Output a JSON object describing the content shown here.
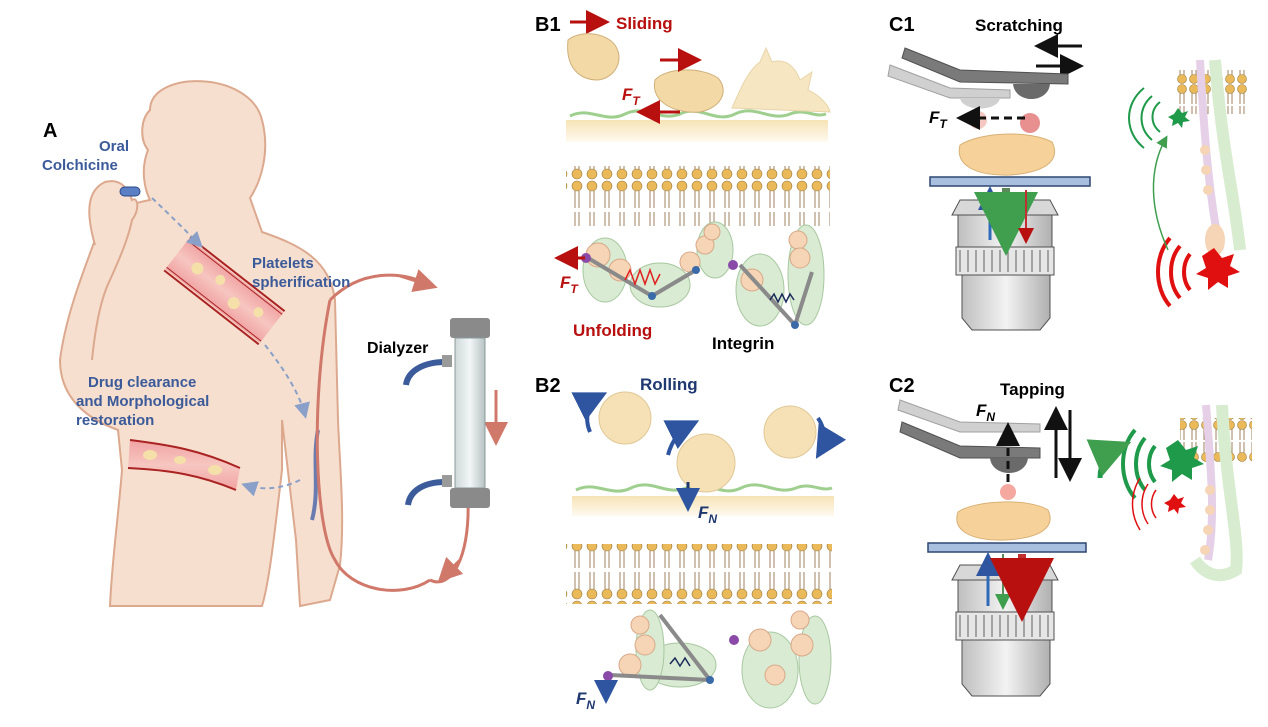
{
  "panel_a": {
    "label": "A",
    "oral_colchicine_line1": "Oral",
    "oral_colchicine_line2": "Colchicine",
    "platelets_line1": "Platelets",
    "platelets_line2": "spherification",
    "drug_line1": "Drug clearance",
    "drug_line2": "and Morphological",
    "drug_line3": "restoration",
    "dialyzer": "Dialyzer"
  },
  "panel_b1": {
    "label": "B1",
    "sliding": "Sliding",
    "ft": "F",
    "ft_sub": "T",
    "ft2": "F",
    "ft2_sub": "T",
    "unfolding": "Unfolding",
    "integrin": "Integrin"
  },
  "panel_b2": {
    "label": "B2",
    "rolling": "Rolling",
    "fn": "F",
    "fn_sub": "N",
    "fn2": "F",
    "fn2_sub": "N"
  },
  "panel_c1": {
    "label": "C1",
    "scratching": "Scratching",
    "ft": "F",
    "ft_sub": "T"
  },
  "panel_c2": {
    "label": "C2",
    "tapping": "Tapping",
    "fn": "F",
    "fn_sub": "N"
  },
  "colors": {
    "red": "#b80f0f",
    "blue_text": "#3a5a9a",
    "navy": "#1f3870",
    "skin": "#f6dfcf",
    "platelet": "#f2d9a6",
    "green": "#3f9f4f"
  }
}
